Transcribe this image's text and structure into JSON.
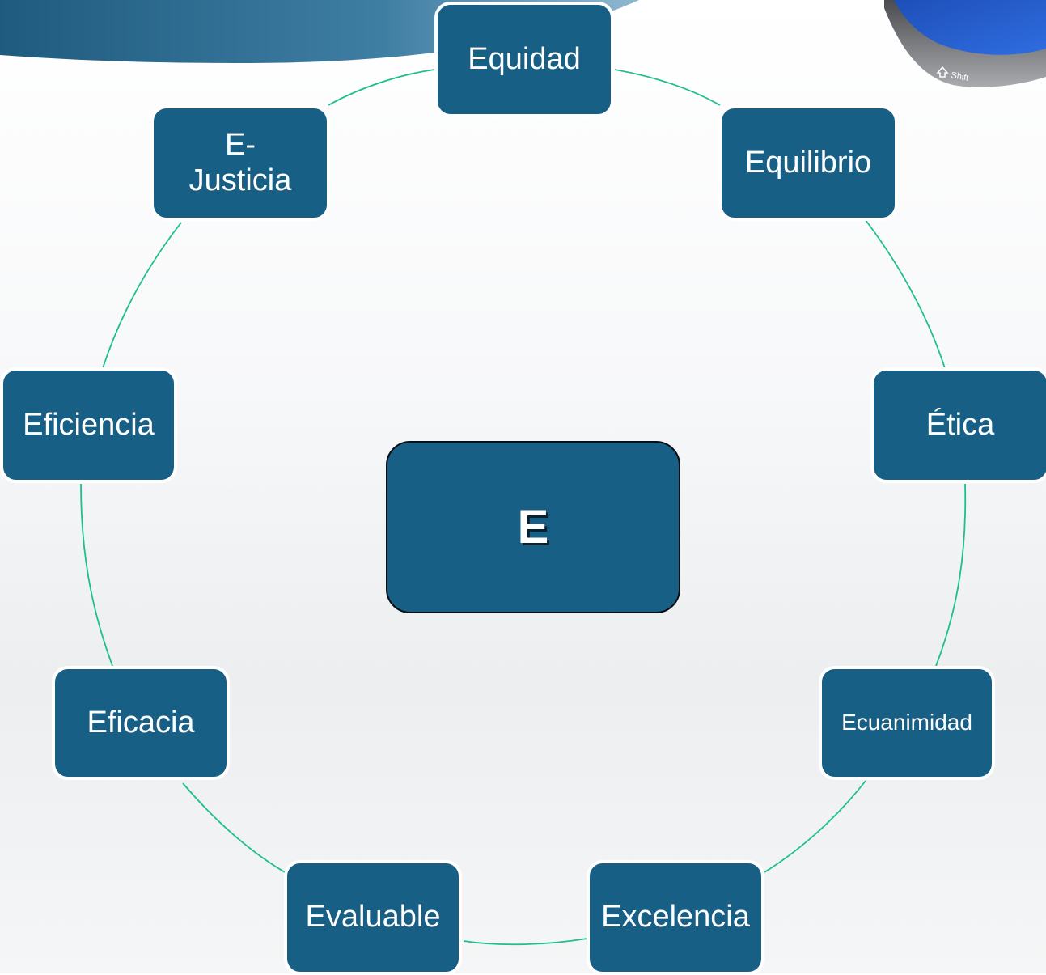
{
  "center": {
    "label": "E"
  },
  "nodes": [
    {
      "id": "equidad",
      "label": "Equidad"
    },
    {
      "id": "equilibrio",
      "label": "Equilibrio"
    },
    {
      "id": "etica",
      "label": "Ética"
    },
    {
      "id": "ecuanimidad",
      "label": "Ecuanimidad"
    },
    {
      "id": "excelencia",
      "label": "Excelencia"
    },
    {
      "id": "evaluable",
      "label": "Evaluable"
    },
    {
      "id": "eficacia",
      "label": "Eficacia"
    },
    {
      "id": "eficiencia",
      "label": "Eficiencia"
    },
    {
      "id": "e-justicia",
      "label_line1": "E-",
      "label_line2": "Justicia"
    }
  ],
  "decor": {
    "key_label": "Shift",
    "connector_color": "#1dbf8a",
    "node_color": "#185f86"
  }
}
